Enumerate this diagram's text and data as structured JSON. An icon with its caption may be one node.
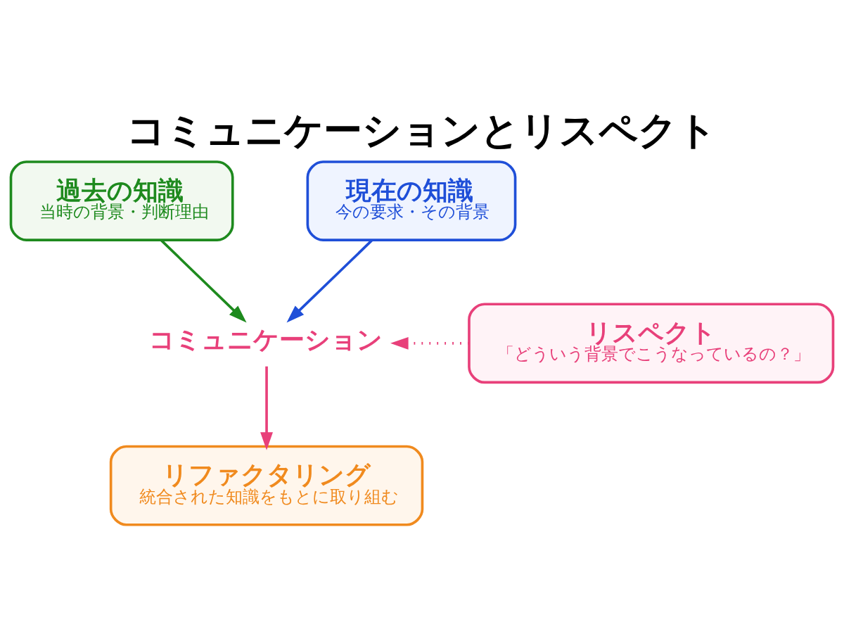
{
  "diagram": {
    "title": "コミュニケーションとリスペクト",
    "nodes": [
      {
        "text": [
          "過去の知識",
          "当時の背景・判断理由"
        ]
      },
      {
        "text": [
          "現在の知識",
          "今の要求・その背景"
        ]
      },
      {
        "text": [
          "コミュニケーション"
        ]
      },
      {
        "text": [
          "リスペクト",
          "「どういう背景でこうなっているの？」"
        ]
      },
      {
        "text": [
          "リファクタリング",
          "統合された知識をもとに取り組む"
        ]
      }
    ],
    "edges": [
      {
        "from": 0,
        "to": 2,
        "arrow": "to",
        "color": "#1e8a1e"
      },
      {
        "from": 1,
        "to": 2,
        "arrow": "to",
        "color": "#1f4fd8"
      },
      {
        "from": 3,
        "to": 2,
        "arrow": "to",
        "style": "dashed",
        "color": "#e8407a"
      },
      {
        "from": 2,
        "to": 4,
        "arrow": "to",
        "color": "#e8407a"
      }
    ]
  }
}
